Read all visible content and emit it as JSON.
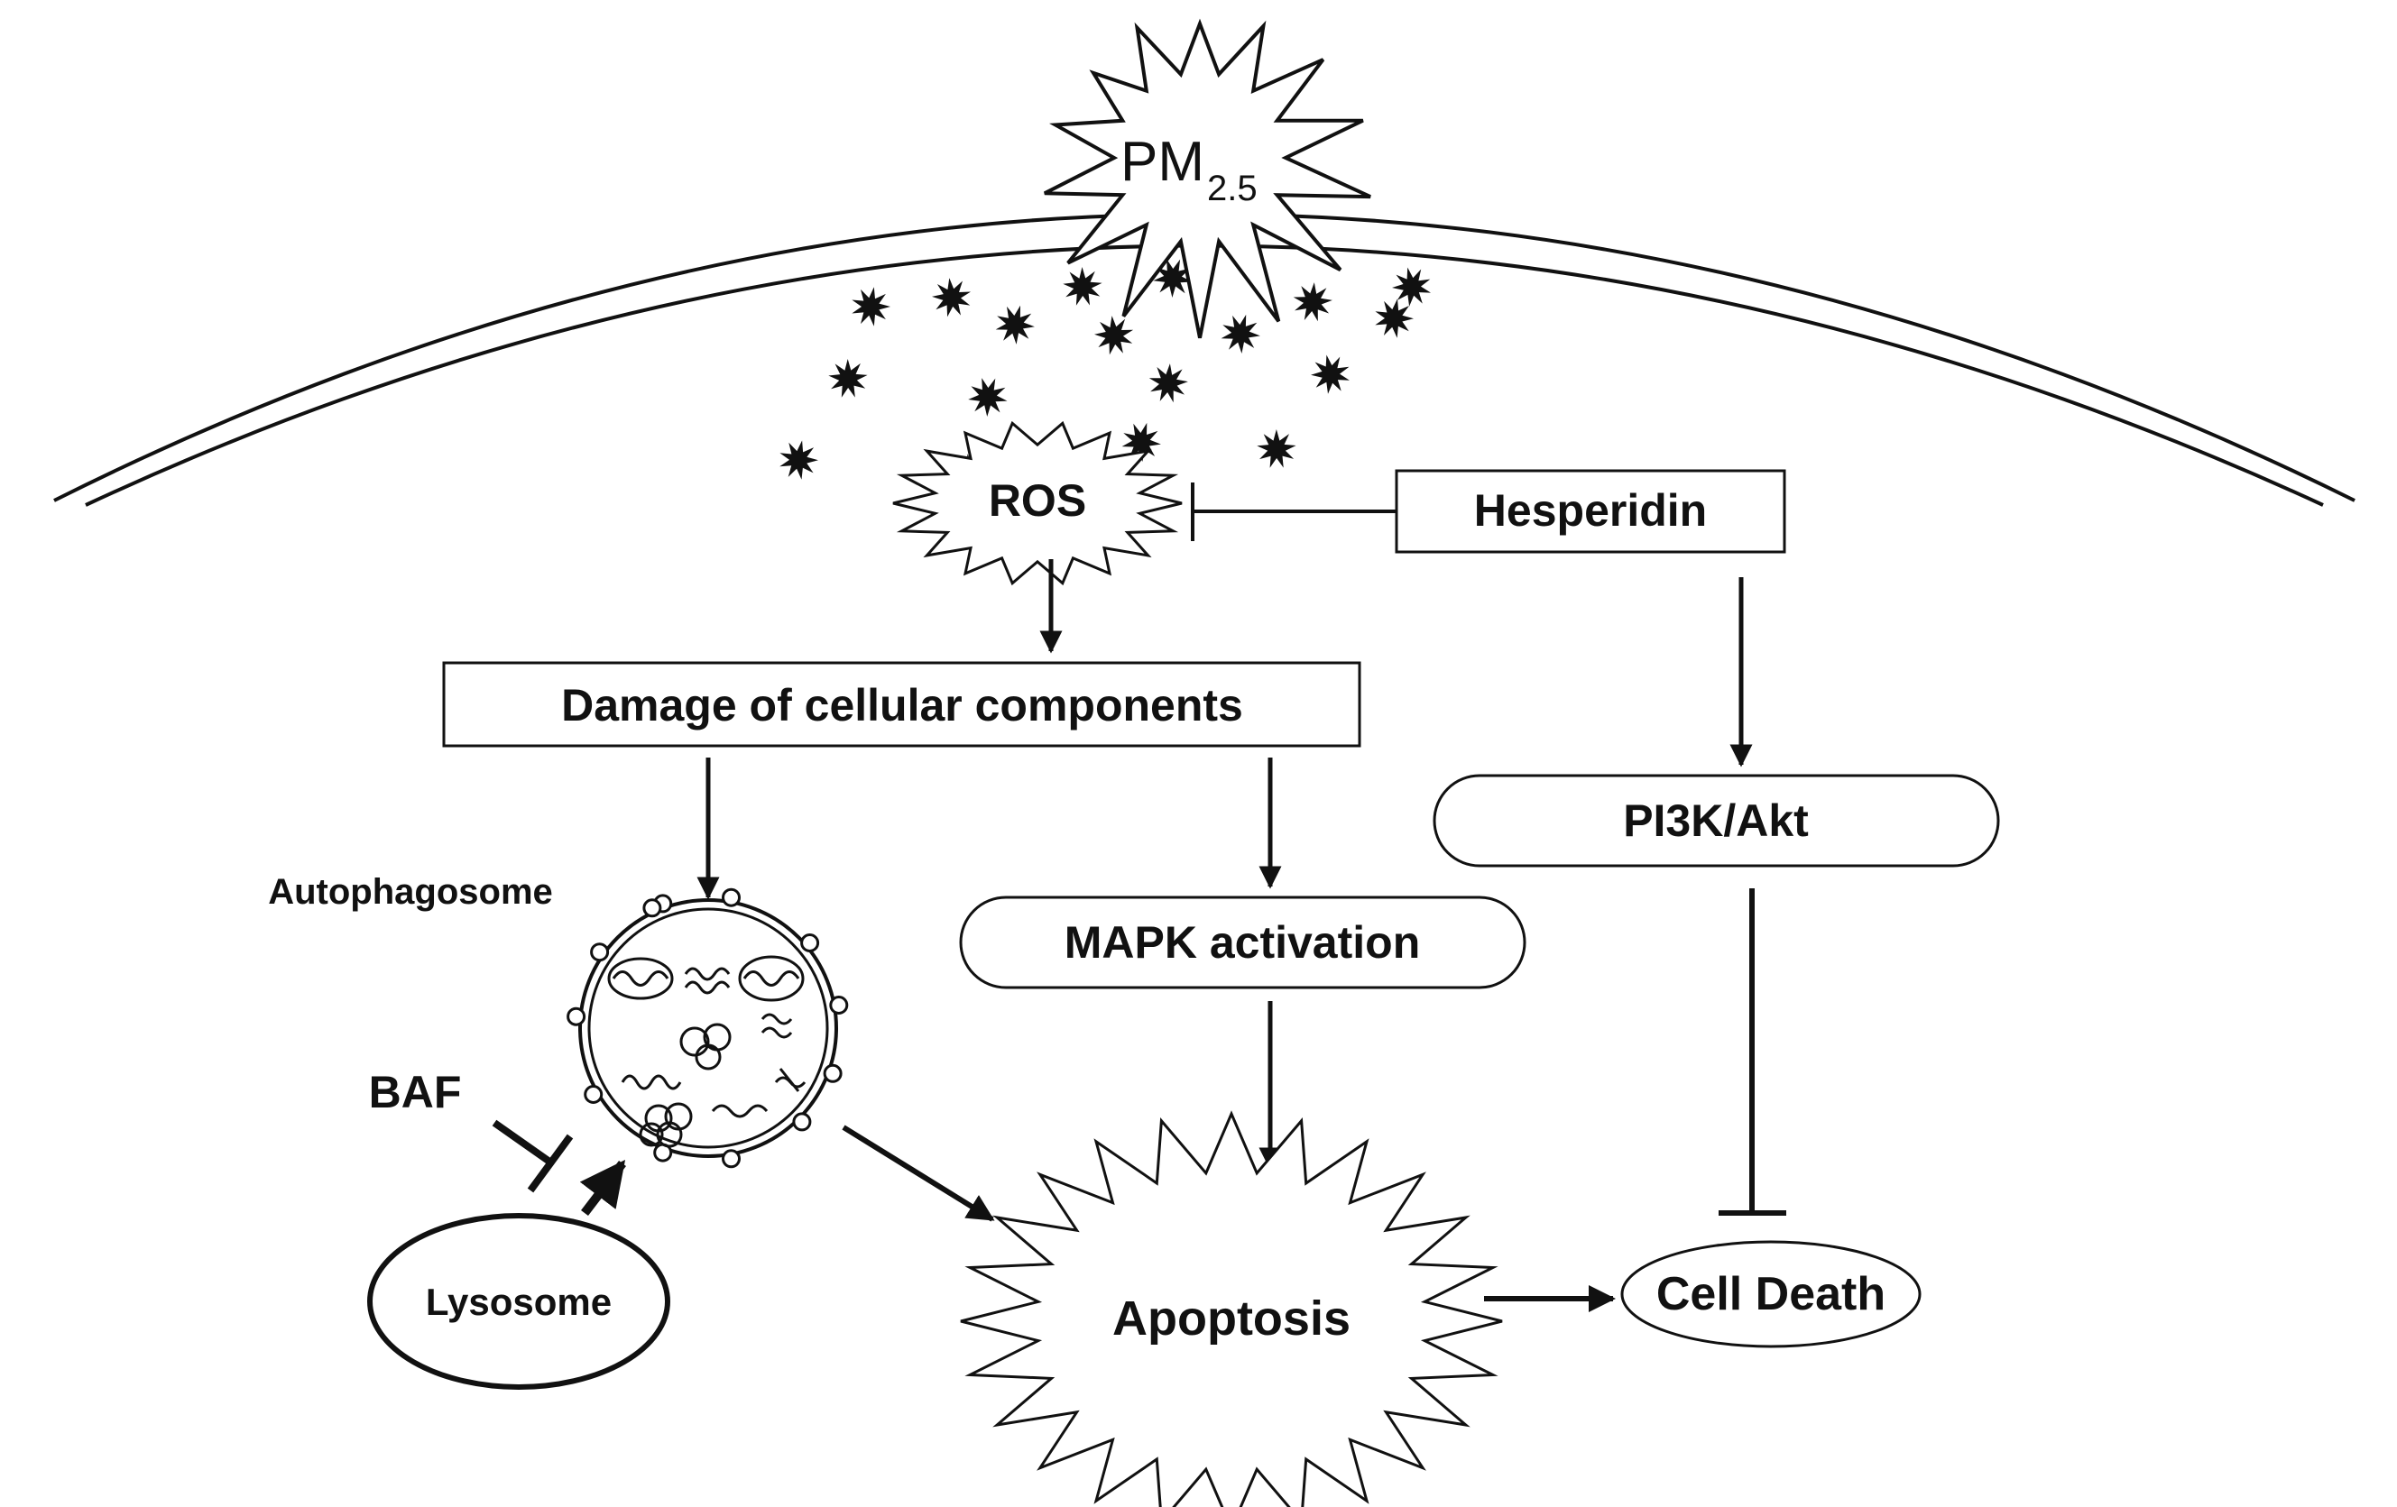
{
  "labels": {
    "pm": "PM",
    "pm_sub": "2.5",
    "ros": "ROS",
    "hesperidin": "Hesperidin",
    "damage": "Damage of cellular components",
    "pi3k": "PI3K/Akt",
    "autophagosome": "Autophagosome",
    "mapk": "MAPK activation",
    "baf": "BAF",
    "lysosome": "Lysosome",
    "apoptosis": "Apoptosis",
    "cell_death": "Cell Death"
  },
  "colors": {
    "stroke": "#111111",
    "background": "#ffffff"
  }
}
